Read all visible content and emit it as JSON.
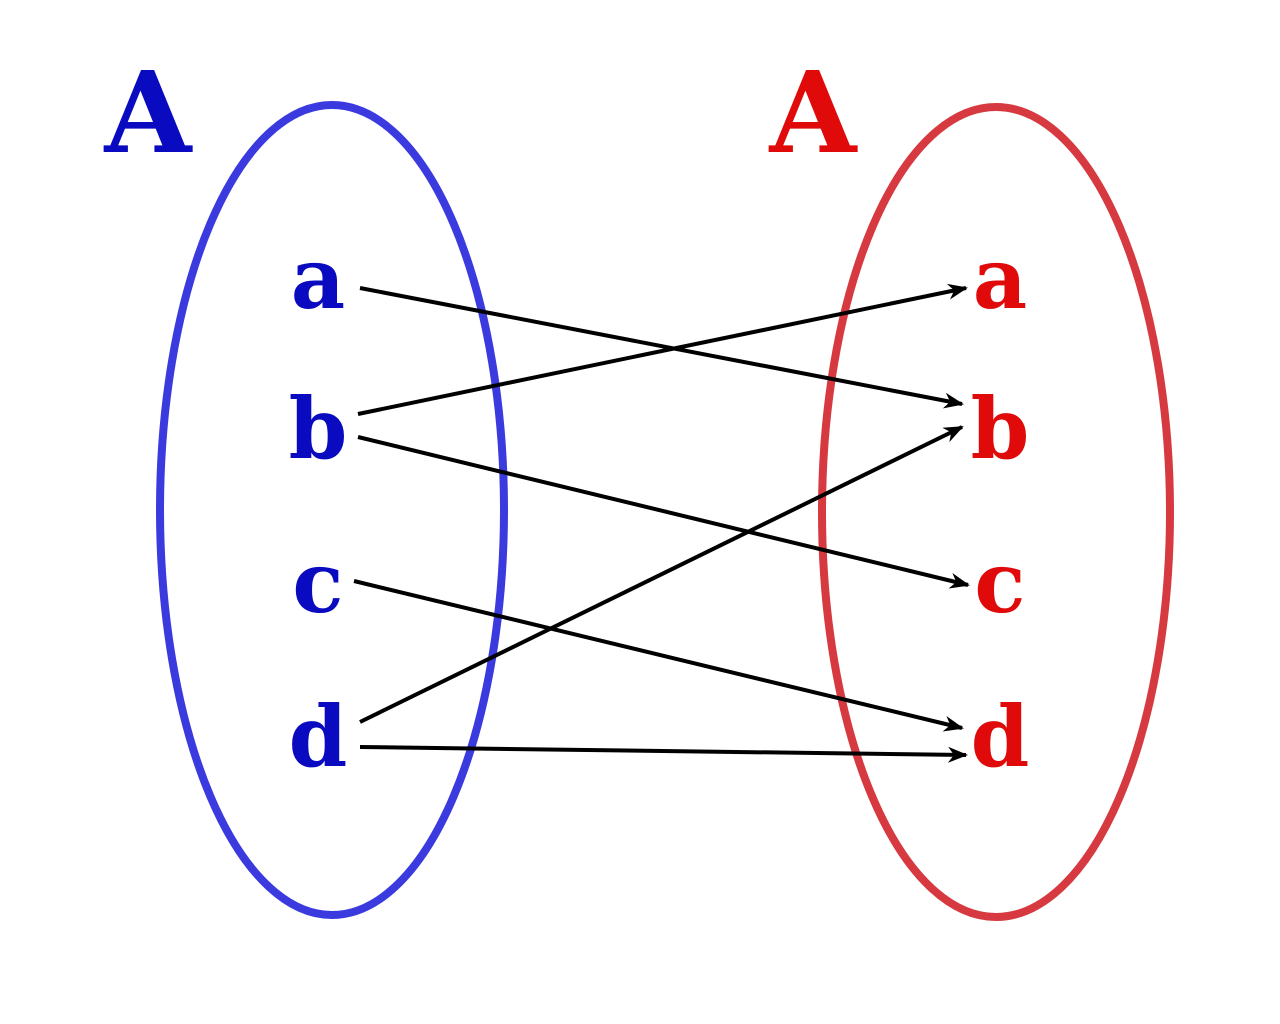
{
  "colors": {
    "domain_ellipse": "#3a3adf",
    "domain_text": "#0a0ac0",
    "codomain_ellipse": "#d63a40",
    "codomain_text": "#e00a0a",
    "arrow": "#000000"
  },
  "domain": {
    "title": "A",
    "elements": [
      "a",
      "b",
      "c",
      "d"
    ]
  },
  "codomain": {
    "title": "A",
    "elements": [
      "a",
      "b",
      "c",
      "d"
    ]
  },
  "mapping": [
    {
      "from": "a",
      "to": "b"
    },
    {
      "from": "b",
      "to": "a"
    },
    {
      "from": "b",
      "to": "c"
    },
    {
      "from": "c",
      "to": "d"
    },
    {
      "from": "d",
      "to": "b"
    },
    {
      "from": "d",
      "to": "d"
    }
  ]
}
